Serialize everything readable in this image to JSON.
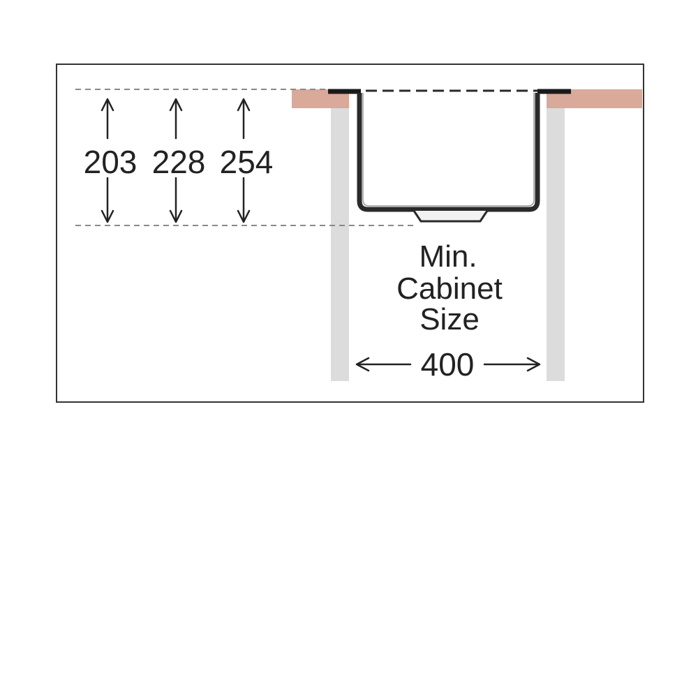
{
  "depth_dimensions": {
    "values": [
      "203",
      "228",
      "254"
    ]
  },
  "cabinet": {
    "label_lines": [
      "Min.",
      "Cabinet",
      "Size"
    ],
    "width_value": "400"
  },
  "colors": {
    "frame": "#333333",
    "worktop": "#d9a999",
    "cabinet_side": "#dcdcdc",
    "sink": "#2a2a2a",
    "dash": "#888888",
    "text": "#222222"
  }
}
